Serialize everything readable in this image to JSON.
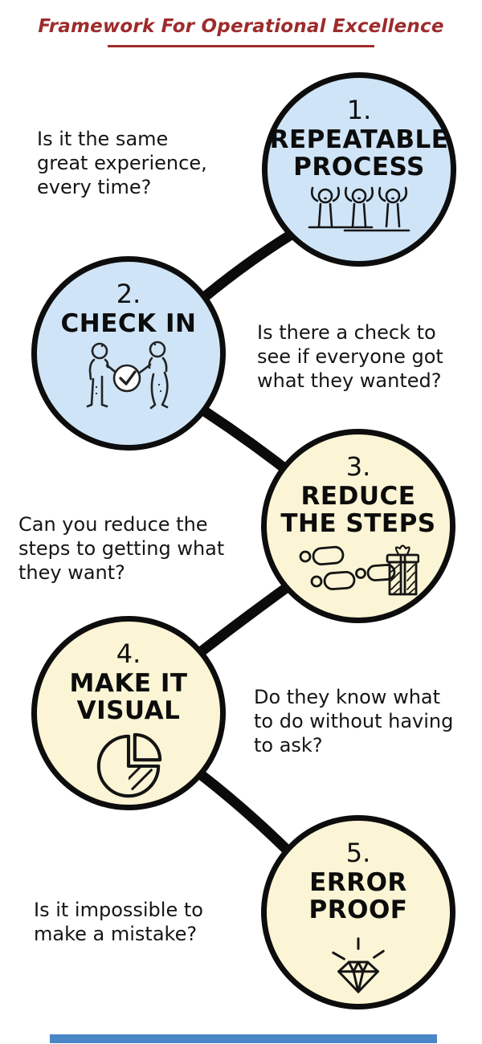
{
  "title": {
    "text": "Framework For Operational Excellence"
  },
  "colors": {
    "title_red": "#9e2b2b",
    "circle_blue": "#cfe4f7",
    "circle_cream": "#fbf5d5",
    "outline_black": "#0d0d0d",
    "footer_blue": "#4a86c8"
  },
  "steps": [
    {
      "number": "1.",
      "label": "REPEATABLE\nPROCESS",
      "icon": "cheering-people-icon",
      "color": "#cfe4f7",
      "question": "Is it the same\ngreat experience,\nevery time?"
    },
    {
      "number": "2.",
      "label": "CHECK IN",
      "icon": "handshake-check-icon",
      "color": "#cfe4f7",
      "question": "Is there a check to\nsee if everyone got\nwhat they wanted?"
    },
    {
      "number": "3.",
      "label": "REDUCE\nTHE STEPS",
      "icon": "footsteps-gift-icon",
      "color": "#fbf5d5",
      "question": "Can you reduce the\nsteps to getting what\nthey want?"
    },
    {
      "number": "4.",
      "label": "MAKE IT\nVISUAL",
      "icon": "pie-chart-icon",
      "color": "#fbf5d5",
      "question": "Do they know what\nto do without having\nto ask?"
    },
    {
      "number": "5.",
      "label": "ERROR\nPROOF",
      "icon": "diamond-icon",
      "color": "#fbf5d5",
      "question": "Is it impossible to\nmake a mistake?"
    }
  ]
}
